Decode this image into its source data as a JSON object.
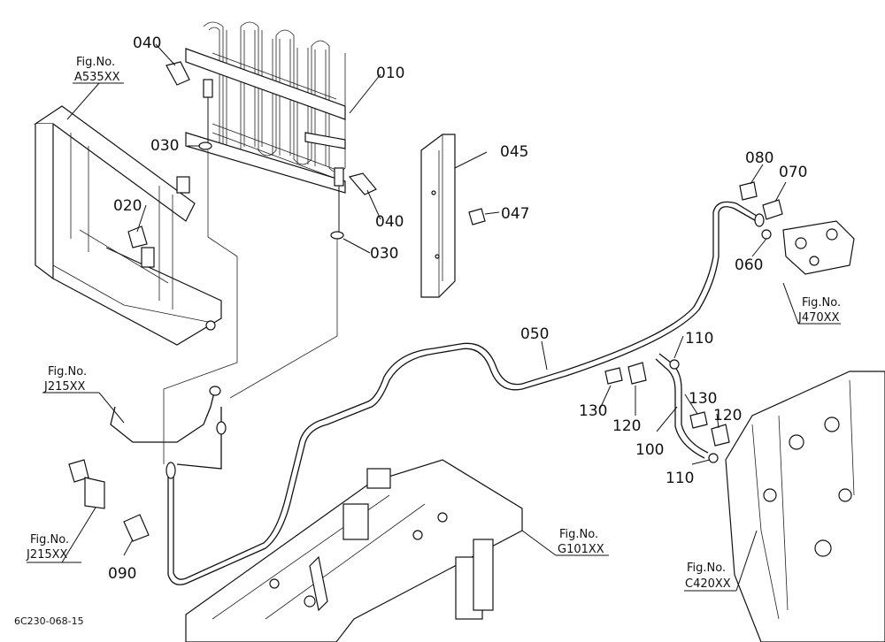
{
  "callouts": {
    "c010": "010",
    "c020": "020",
    "c030a": "030",
    "c030b": "030",
    "c040a": "040",
    "c040b": "040",
    "c045": "045",
    "c047": "047",
    "c050": "050",
    "c060": "060",
    "c070": "070",
    "c080": "080",
    "c090": "090",
    "c100": "100",
    "c110a": "110",
    "c110b": "110",
    "c120a": "120",
    "c120b": "120",
    "c130a": "130",
    "c130b": "130"
  },
  "figrefs": {
    "a535": {
      "line1": "Fig.No.",
      "line2": "A535XX"
    },
    "j215a": {
      "line1": "Fig.No.",
      "line2": "J215XX"
    },
    "j215b": {
      "line1": "Fig.No.",
      "line2": "J215XX"
    },
    "j470": {
      "line1": "Fig.No.",
      "line2": "J470XX"
    },
    "g101": {
      "line1": "Fig.No.",
      "line2": "G101XX"
    },
    "c420": {
      "line1": "Fig.No.",
      "line2": "C420XX"
    }
  },
  "drawing_code": "6C230-068-15"
}
